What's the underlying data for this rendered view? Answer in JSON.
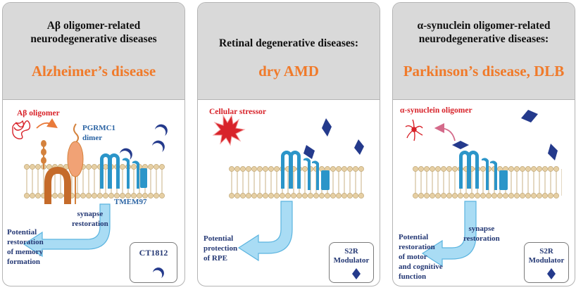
{
  "colors": {
    "header_bg": "#d9d9d9",
    "disease_orange": "#f07a2a",
    "stressor_red": "#d8232a",
    "receptor_blue": "#2b95c9",
    "arrow_light_blue": "#a9dcf4",
    "ligand_navy": "#243a8c",
    "membrane_tan": "#e6cfa3"
  },
  "panels": [
    {
      "title_lines": [
        "Aβ oligomer-related",
        "neurodegenerative diseases"
      ],
      "disease": "Alzheimer’s disease",
      "oligomer_label": "Aβ oligomer",
      "receptor_label_1": "PGRMC1",
      "receptor_label_2": "dimer",
      "tmem_label": "TMEM97",
      "synapse_line_1": "synapse",
      "synapse_line_2": "restoration",
      "outcome_lines": [
        "Potential",
        "restoration",
        "of memory",
        "formation"
      ],
      "drug_label": "CT1812",
      "drug_icon": "crescent-ligand-icon"
    },
    {
      "title_lines": [
        "Retinal degenerative diseases:"
      ],
      "disease": "dry AMD",
      "stressor_label": "Cellular stressor",
      "outcome_lines": [
        "Potential",
        "protection",
        "of RPE"
      ],
      "drug_label_lines": [
        "S2R",
        "Modulator"
      ],
      "drug_icon": "diamond-ligand-icon"
    },
    {
      "title_lines": [
        "α-synuclein oligomer-related",
        "neurodegenerative diseases:"
      ],
      "disease": "Parkinson’s disease, DLB",
      "oligomer_label": "α-synuclein oligomer",
      "synapse_line_1": "synapse",
      "synapse_line_2": "restoration",
      "outcome_lines": [
        "Potential",
        "restoration",
        "of motor",
        "and cognitive",
        "function"
      ],
      "drug_label_lines": [
        "S2R",
        "Modulator"
      ],
      "drug_icon": "diamond-ligand-icon"
    }
  ]
}
